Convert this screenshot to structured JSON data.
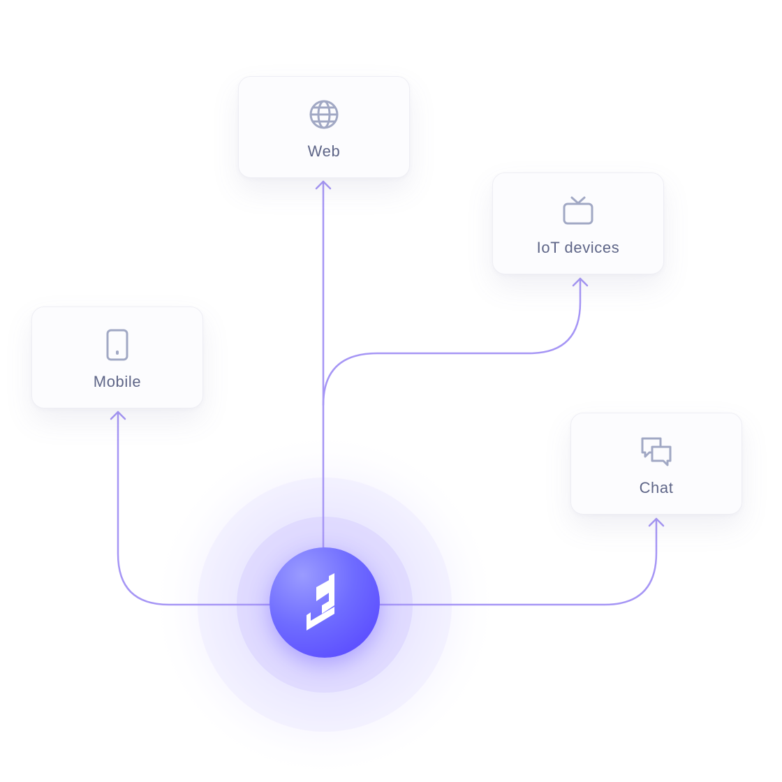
{
  "nodes": [
    {
      "id": "web",
      "label": "Web",
      "icon": "globe-icon"
    },
    {
      "id": "iot",
      "label": "IoT devices",
      "icon": "tv-icon"
    },
    {
      "id": "mobile",
      "label": "Mobile",
      "icon": "smartphone-icon"
    },
    {
      "id": "chat",
      "label": "Chat",
      "icon": "chat-bubbles-icon"
    }
  ],
  "hub": {
    "icon": "brand-logo-icon"
  },
  "colors": {
    "accent": "#8f7cf7",
    "hub_start": "#9a9bff",
    "hub_end": "#5340ff",
    "label": "#5e6587",
    "icon": "#a1a8c4",
    "grid": "#ececf4"
  }
}
